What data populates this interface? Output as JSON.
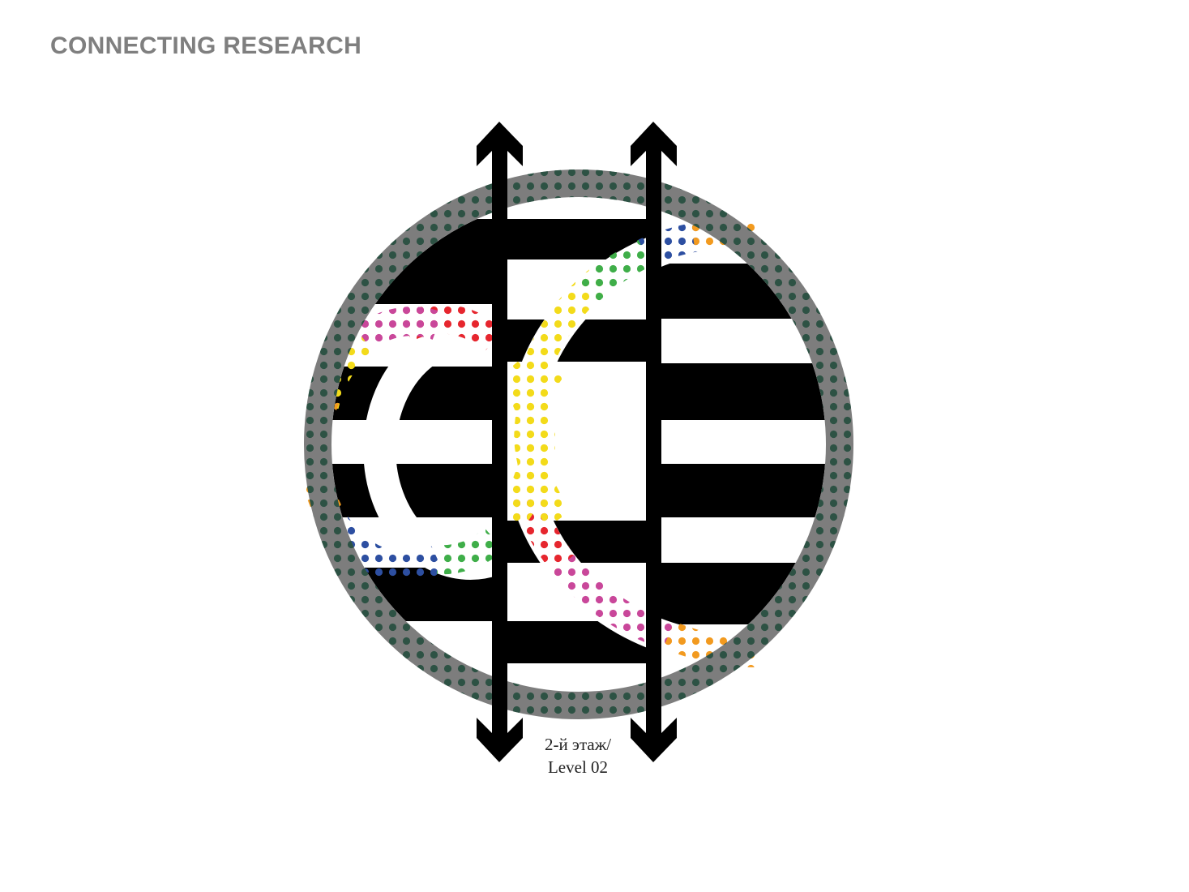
{
  "header": {
    "title": "CONNECTING RESEARCH"
  },
  "diagram": {
    "level_label_line1": "2-й этаж/",
    "level_label_line2": "Level 02"
  },
  "colors": {
    "title": "#7f7f7f",
    "ring": "#7d7d7d",
    "stripes": "#000000",
    "dots": [
      "#e6262e",
      "#f29a1f",
      "#f7e11e",
      "#3fae49",
      "#2d4fa1",
      "#c9479a",
      "#1c5f3a",
      "#2f6f8f"
    ]
  },
  "icons": {
    "arrow": "double-headed-vertical-arrow",
    "circulation": "dotted-loop-path"
  }
}
